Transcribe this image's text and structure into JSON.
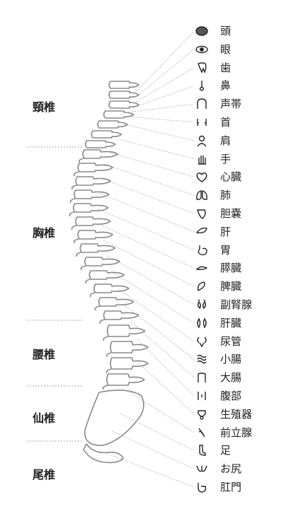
{
  "regions": [
    {
      "id": "cervical",
      "label": "頸椎"
    },
    {
      "id": "thoracic",
      "label": "胸椎"
    },
    {
      "id": "lumbar",
      "label": "腰椎"
    },
    {
      "id": "sacrum",
      "label": "仙椎"
    },
    {
      "id": "coccyx",
      "label": "尾椎"
    }
  ],
  "organs": [
    {
      "label": "頭",
      "icon": "brain-icon"
    },
    {
      "label": "眼",
      "icon": "eye-icon"
    },
    {
      "label": "歯",
      "icon": "tooth-icon"
    },
    {
      "label": "鼻",
      "icon": "nose-icon"
    },
    {
      "label": "声帯",
      "icon": "vocal-cords-icon"
    },
    {
      "label": "首",
      "icon": "neck-icon"
    },
    {
      "label": "肩",
      "icon": "shoulder-icon"
    },
    {
      "label": "手",
      "icon": "hand-icon"
    },
    {
      "label": "心臓",
      "icon": "heart-icon"
    },
    {
      "label": "肺",
      "icon": "lungs-icon"
    },
    {
      "label": "胆嚢",
      "icon": "gallbladder-icon"
    },
    {
      "label": "肝",
      "icon": "liver-icon"
    },
    {
      "label": "胃",
      "icon": "stomach-icon"
    },
    {
      "label": "膵臓",
      "icon": "pancreas-icon"
    },
    {
      "label": "脾臓",
      "icon": "spleen-icon"
    },
    {
      "label": "副腎腺",
      "icon": "adrenal-gland-icon"
    },
    {
      "label": "肝臓",
      "icon": "kidneys-icon"
    },
    {
      "label": "尿管",
      "icon": "ureter-icon"
    },
    {
      "label": "小腸",
      "icon": "small-intestine-icon"
    },
    {
      "label": "大腸",
      "icon": "large-intestine-icon"
    },
    {
      "label": "腹部",
      "icon": "abdomen-icon"
    },
    {
      "label": "生殖器",
      "icon": "reproductive-organs-icon"
    },
    {
      "label": "前立腺",
      "icon": "prostate-icon"
    },
    {
      "label": "足",
      "icon": "foot-icon"
    },
    {
      "label": "お尻",
      "icon": "buttocks-icon"
    },
    {
      "label": "肛門",
      "icon": "anus-icon"
    }
  ]
}
